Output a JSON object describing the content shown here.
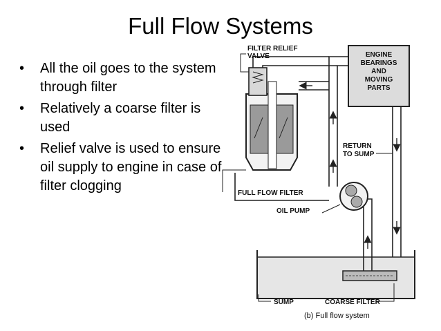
{
  "slide": {
    "title": "Full Flow Systems",
    "bullets": [
      "All the oil goes to the system through filter",
      "Relatively a coarse filter is used",
      "Relief valve is used to ensure oil supply to engine in case of filter clogging"
    ]
  },
  "diagram": {
    "labels": {
      "filter_relief_valve_1": "FILTER RELIEF",
      "filter_relief_valve_2": "VALVE",
      "engine_1": "ENGINE",
      "engine_2": "BEARINGS",
      "engine_3": "AND",
      "engine_4": "MOVING",
      "engine_5": "PARTS",
      "return_1": "RETURN",
      "return_2": "TO SUMP",
      "full_flow_filter": "FULL FLOW FILTER",
      "oil_pump": "OIL PUMP",
      "sump": "SUMP",
      "coarse_filter": "COARSE FILTER",
      "caption": "(b) Full flow system"
    }
  }
}
